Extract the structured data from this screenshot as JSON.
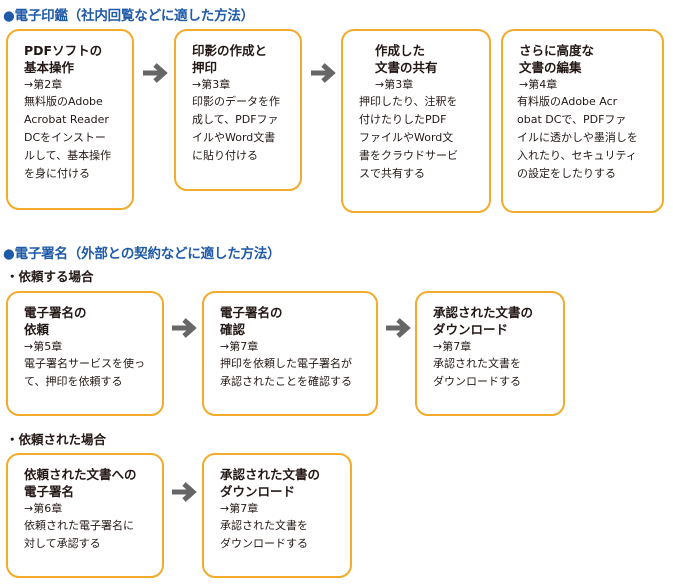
{
  "colors": {
    "accent": "#1f5aa8",
    "box_border": "#f2ab2a",
    "arrow": "#666666"
  },
  "section1": {
    "title": "●電子印鑑（社内回覧などに適した方法）",
    "boxes": [
      {
        "title": "PDFソフトの\n基本操作",
        "chapter": "→第2章",
        "desc": "無料版のAdobe\nAcrobat Reader\nDCをインストー\nルして、基本操作\nを身に付ける"
      },
      {
        "title": "印影の作成と\n押印",
        "chapter": "→第3章",
        "desc": "印影のデータを作\n成して、PDFファ\nイルやWord文書\nに貼り付ける"
      },
      {
        "title": "作成した\n文書の共有",
        "chapter": "→第3章",
        "desc": "押印したり、注釈を\n付けたりしたPDF\nファイルやWord文\n書をクラウドサービ\nスで共有する"
      },
      {
        "title": "さらに高度な\n文書の編集",
        "chapter": "→第4章",
        "desc": "有料版のAdobe Acr\nobat DCで、PDFファ\nイルに透かしや墨消しを\n入れたり、セキュリティ\nの設定をしたりする"
      }
    ]
  },
  "section2": {
    "title": "●電子署名（外部との契約などに適した方法）",
    "sub1": "・依頼する場合",
    "boxes1": [
      {
        "title": "電子署名の\n依頼",
        "chapter": "→第5章",
        "desc": "電子署名サービスを使っ\nて、押印を依頼する"
      },
      {
        "title": "電子署名の\n確認",
        "chapter": "→第7章",
        "desc": "押印を依頼した電子署名が\n承認されたことを確認する"
      },
      {
        "title": "承認された文書の\nダウンロード",
        "chapter": "→第7章",
        "desc": "承認された文書を\nダウンロードする"
      }
    ],
    "sub2": "・依頼された場合",
    "boxes2": [
      {
        "title": "依頼された文書への\n電子署名",
        "chapter": "→第6章",
        "desc": "依頼された電子署名に\n対して承認する"
      },
      {
        "title": "承認された文書の\nダウンロード",
        "chapter": "→第7章",
        "desc": "承認された文書を\nダウンロードする"
      }
    ]
  }
}
